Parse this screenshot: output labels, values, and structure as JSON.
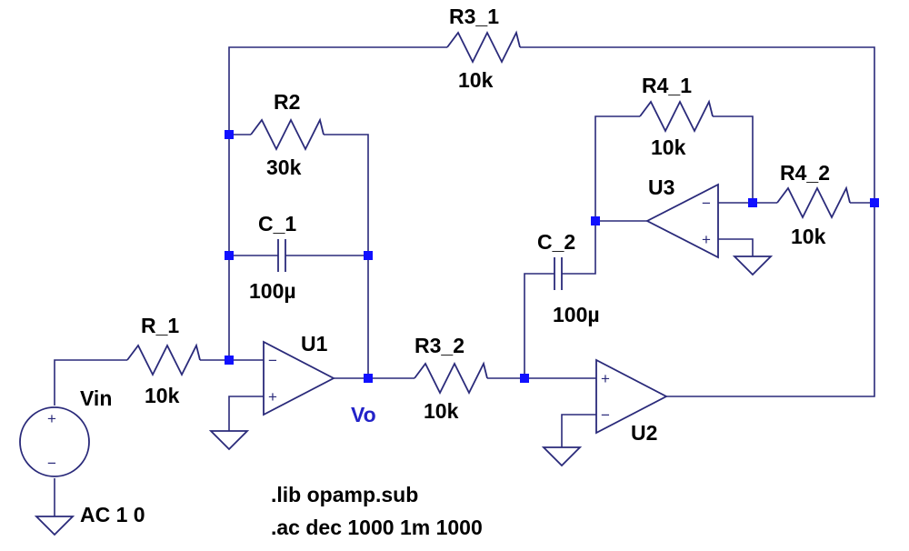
{
  "resistors": {
    "r3_1": {
      "name": "R3_1",
      "value": "10k"
    },
    "r2": {
      "name": "R2",
      "value": "30k"
    },
    "r4_1": {
      "name": "R4_1",
      "value": "10k"
    },
    "r4_2": {
      "name": "R4_2",
      "value": "10k"
    },
    "r_1": {
      "name": "R_1",
      "value": "10k"
    },
    "r3_2": {
      "name": "R3_2",
      "value": "10k"
    }
  },
  "capacitors": {
    "c_1": {
      "name": "C_1",
      "value": "100µ"
    },
    "c_2": {
      "name": "C_2",
      "value": "100µ"
    }
  },
  "opamps": {
    "u1": {
      "name": "U1"
    },
    "u2": {
      "name": "U2"
    },
    "u3": {
      "name": "U3"
    }
  },
  "source": {
    "name": "Vin",
    "value": "AC 1 0",
    "plus": "+",
    "minus": "−"
  },
  "nets": {
    "vo": "Vo"
  },
  "pins": {
    "plus": "+",
    "minus": "−"
  },
  "directives": {
    "lib": ".lib opamp.sub",
    "ac": ".ac dec 1000 1m 1000"
  }
}
